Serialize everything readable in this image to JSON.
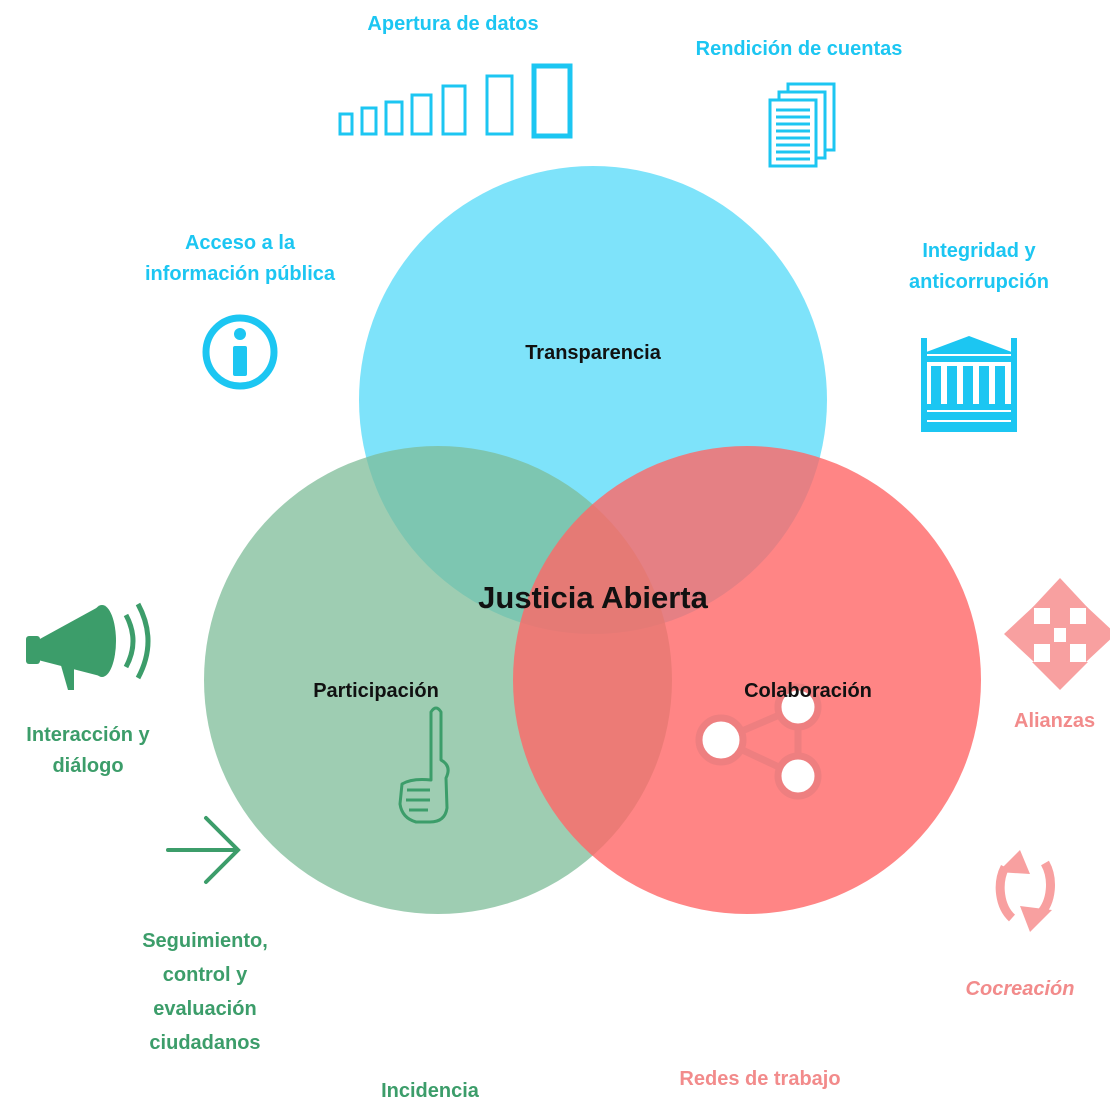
{
  "diagram": {
    "center": "Justicia Abierta",
    "circles": {
      "top": "Transparencia",
      "left": "Participación",
      "right": "Colaboración"
    },
    "transparency": {
      "open_data": "Apertura de datos",
      "accountability": "Rendición de cuentas",
      "access_line1": "Acceso a la",
      "access_line2": "información pública",
      "integrity_line1": "Integridad y",
      "integrity_line2": "anticorrupción"
    },
    "participation": {
      "interaction_line1": "Interacción y",
      "interaction_line2": "diálogo",
      "followup_line1": "Seguimiento,",
      "followup_line2": "control y",
      "followup_line3": "evaluación",
      "followup_line4": "ciudadanos",
      "incidence": "Incidencia"
    },
    "collaboration": {
      "alliances": "Alianzas",
      "networks": "Redes de trabajo",
      "cocreation": "Cocreación"
    }
  },
  "colors": {
    "transparency": "#7fe3fa",
    "participation": "#9ccbb0",
    "collaboration": "#ff8080",
    "cyan_text": "#1cc6f2",
    "green_text": "#3c9d6a",
    "pink_text": "#f28b8b"
  }
}
